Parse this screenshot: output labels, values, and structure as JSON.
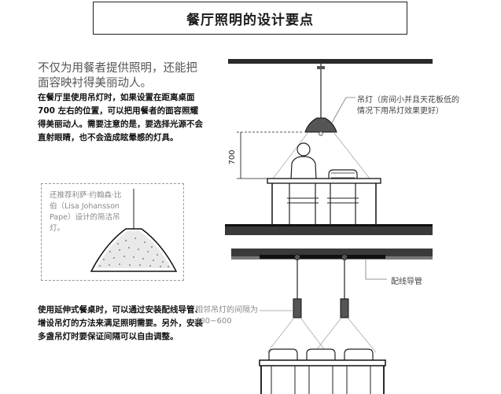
{
  "title": "餐厅照明的设计要点",
  "subtitle": "不仅为用餐者提供照明，还能把面容映衬得美丽动人。",
  "paragraph1": "在餐厅里使用吊灯时，如果设置在距离桌面 700 左右的位置，可以把用餐者的面容照耀得美丽动人。需要注意的是，要选择光源不会直射眼睛，也不会造成眩晕感的灯具。",
  "recommendation": "还推荐利萨·约翰森·比伯（Lisa Johansson Pape）设计的简洁吊灯。",
  "paragraph2": "使用延伸式餐桌时，可以通过安装配线导管、增设吊灯的方法来满足照明需要。另外，安装多盏吊灯时要保证间隔可以自由调整。",
  "labels": {
    "pendant": "吊灯（房间小并且天花板低的情况下用吊灯效果更好）",
    "dimension": "700",
    "duct": "配线导管",
    "spacing": "相邻吊灯的间隔为 400~600"
  }
}
